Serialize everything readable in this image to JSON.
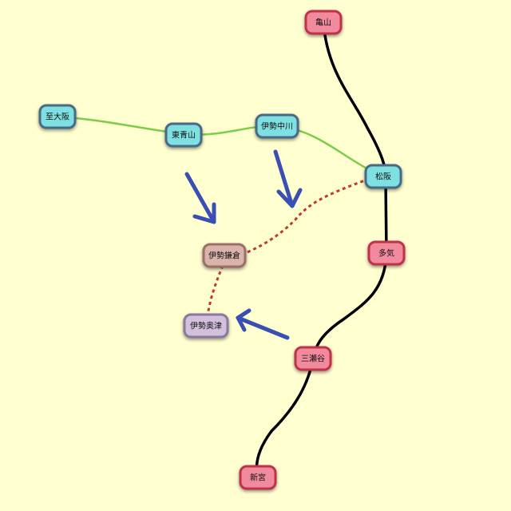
{
  "colors": {
    "background": "#ffffd0",
    "jr_kisei_line": "#000000",
    "kintetsu_yamada_line": "#7ccd4c",
    "ise_route_dotted": "#c0392b",
    "arrow": "#3a4fb4",
    "station_red_fill": "#f08a9c",
    "station_red_border": "#c0304a",
    "station_cyan_fill": "#7ee0e0",
    "station_cyan_border": "#4a6a86",
    "station_brown_fill": "#d9b4ad",
    "station_brown_border": "#9a6f66",
    "station_purple_fill": "#d2c0dc",
    "station_purple_border": "#8a78a0"
  },
  "stations": {
    "kameyama": "亀山",
    "matsusaka": "松阪",
    "taki": "多気",
    "misedani": "三瀬谷",
    "shingu": "新宮",
    "shiosaka": "至大阪",
    "higashi_aoyama": "東青山",
    "ise_nakagawa": "伊勢中川",
    "ise_kamakura": "伊勢鎌倉",
    "ise_okitsu": "伊勢奥津"
  }
}
